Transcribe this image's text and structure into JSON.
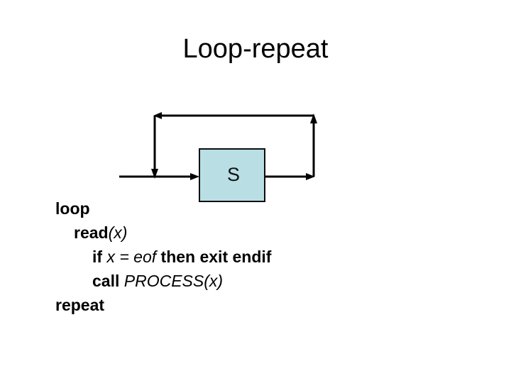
{
  "slide": {
    "title": "Loop-repeat",
    "background_color": "#ffffff",
    "text_color": "#000000"
  },
  "diagram": {
    "name": "loop-repeat-control-flow",
    "box": {
      "label": "S",
      "fill_color": "#b9dfe4",
      "border_color": "#0d0d0d"
    },
    "line_color": "#000000",
    "edges": [
      {
        "name": "entry-arrow",
        "from": "left-edge",
        "to": "S",
        "direction": "right"
      },
      {
        "name": "feedback-down-arrow",
        "from": "top-left-corner",
        "to": "entry-line",
        "direction": "down"
      },
      {
        "name": "feedback-top-arrow",
        "from": "top-right-corner",
        "to": "top-left-corner",
        "direction": "left"
      },
      {
        "name": "feedback-up-arrow",
        "from": "exit-line",
        "to": "top-right-corner",
        "direction": "up"
      },
      {
        "name": "exit-arrow",
        "from": "S",
        "to": "right-riser",
        "direction": "right"
      }
    ]
  },
  "code": {
    "lines": [
      {
        "indent": 0,
        "tokens": [
          {
            "text": "loop",
            "style": "kw"
          }
        ]
      },
      {
        "indent": 1,
        "tokens": [
          {
            "text": "read",
            "style": "kw"
          },
          {
            "text": "(x)",
            "style": "var"
          }
        ]
      },
      {
        "indent": 2,
        "tokens": [
          {
            "text": "if ",
            "style": "kw"
          },
          {
            "text": "x = eof",
            "style": "var"
          },
          {
            "text": "  then exit endif",
            "style": "kw"
          }
        ]
      },
      {
        "indent": 2,
        "tokens": [
          {
            "text": "call ",
            "style": "kw"
          },
          {
            "text": "PROCESS(x)",
            "style": "var"
          }
        ]
      },
      {
        "indent": 0,
        "tokens": [
          {
            "text": "repeat",
            "style": "kw"
          }
        ]
      }
    ]
  }
}
